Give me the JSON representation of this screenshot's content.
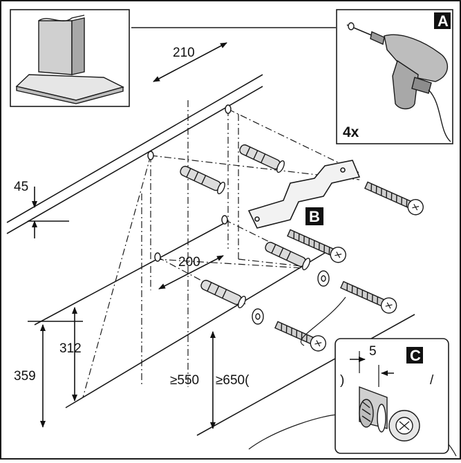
{
  "dimensions": {
    "d210": "210",
    "d45": "45",
    "d200": "200",
    "d312": "312",
    "d359": "359",
    "d550": "≥550",
    "d650": "≥650(",
    "d5": "5"
  },
  "insets": {
    "a_letter": "A",
    "a_count": "4x",
    "b_letter": "B",
    "c_letter": "C",
    "c_mark_left": ")",
    "c_mark_right": "/"
  },
  "colors": {
    "line": "#1a1a1a",
    "wall_fill": "#ffffff",
    "metal": "#d9d9d9",
    "metal_dark": "#8c8c8c",
    "drill_body": "#bdbdbd",
    "badge": "#111111"
  }
}
